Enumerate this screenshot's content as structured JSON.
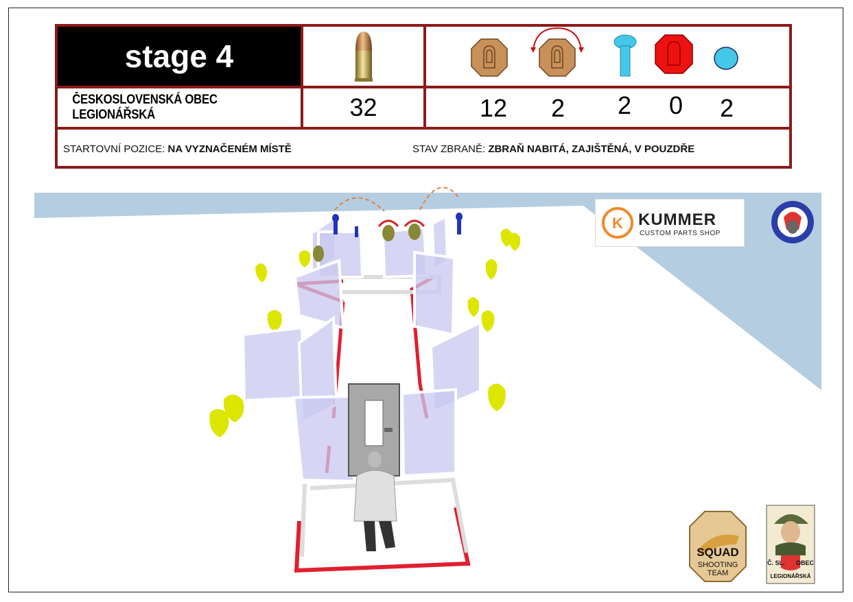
{
  "stage": {
    "title": "stage 4"
  },
  "club": "ČESKOSLOVENSKÁ OBEC LEGIONÁŘSKÁ",
  "round_count": "32",
  "targets": [
    {
      "icon": "paper-target-icon",
      "count": "12"
    },
    {
      "icon": "swinging-paper-target-icon",
      "count": "2"
    },
    {
      "icon": "popper-target-icon",
      "count": "2"
    },
    {
      "icon": "no-shoot-target-icon",
      "count": "0"
    },
    {
      "icon": "plate-target-icon",
      "count": "2"
    }
  ],
  "start_position": {
    "label": "STARTOVNÍ POZICE:",
    "value": "NA VYZNAČENÉM MÍSTĚ"
  },
  "gun_state": {
    "label": "STAV ZBRANĚ:",
    "value": "ZBRAŇ NABITÁ, ZAJIŠTĚNÁ, V POUZDŘE"
  },
  "sponsor": {
    "name": "KUMMER",
    "tagline": "CUSTOM PARTS SHOP",
    "mark": "K"
  },
  "squad_logo": {
    "line1": "SQUAD",
    "line2": "SHOOTING",
    "line3": "TEAM"
  },
  "csol_logo": {
    "line1": "Č. SL.",
    "line2": "OBEC",
    "line3": "LEGIONÁŘSKÁ"
  },
  "colors": {
    "frame_red": "#8b1a1a",
    "paper_target": "#c8915a",
    "popper": "#45c8e8",
    "no_shoot": "#ee1111",
    "plate": "#45c8e8",
    "sky": "#b5cde0",
    "wall_panel": "#c8c8f0",
    "start_box": "#e02030",
    "bush": "#dde600"
  }
}
